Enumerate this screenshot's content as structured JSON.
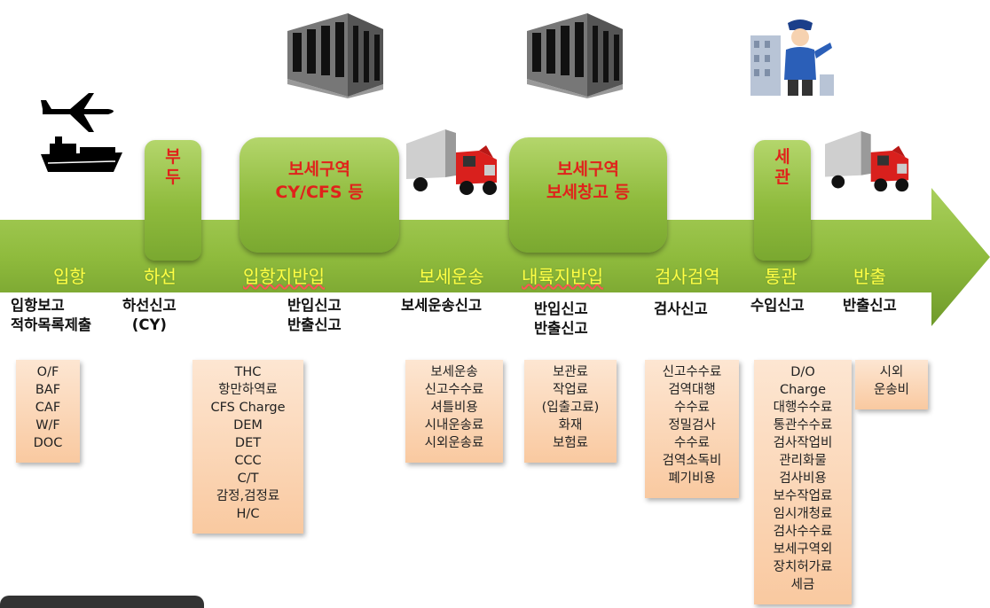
{
  "colors": {
    "arrow": "#8fbb3d",
    "box_text": "#e0221b",
    "stage_text": "#ffff44",
    "fee_bg": "#fbd5b3"
  },
  "boxes": {
    "budu": "부\n두",
    "bonded_area": "보세구역\nCY/CFS 등",
    "bonded_warehouse": "보세구역\n보세창고 등",
    "customs": "세\n관"
  },
  "stages": [
    "입항",
    "하선",
    "입항지반입",
    "보세운송",
    "내륙지반입",
    "검사검역",
    "통관",
    "반출"
  ],
  "declarations": [
    "입항보고\n적하목록제출",
    "하선신고\n(CY)",
    "반입신고\n반출신고",
    "보세운송신고",
    "반입신고\n반출신고",
    "검사신고",
    "수입신고",
    "반출신고"
  ],
  "fees": [
    [
      "O/F",
      "BAF",
      "CAF",
      "W/F",
      "DOC"
    ],
    [
      "THC",
      "항만하역료",
      "CFS Charge",
      "DEM",
      "DET",
      "CCC",
      "C/T",
      "감정,검정료",
      "H/C"
    ],
    [
      "보세운송",
      "신고수수료",
      "셔틀비용",
      "시내운송료",
      "시외운송료"
    ],
    [
      "보관료",
      "작업료",
      "(입출고료)",
      "화재",
      "보험료"
    ],
    [
      "신고수수료",
      "검역대행",
      "수수료",
      "정밀검사",
      "수수료",
      "검역소독비",
      "폐기비용"
    ],
    [
      "D/O",
      "Charge",
      "대행수수료",
      "통관수수료",
      "검사작업비",
      "관리화물",
      "검사비용",
      "보수작업료",
      "임시개청료",
      "검사수수료",
      "보세구역외",
      "장치허가료",
      "세금"
    ],
    [
      "시외",
      "운송비"
    ]
  ],
  "icons": [
    "airplane-icon",
    "ship-icon",
    "warehouse-icon",
    "truck-icon",
    "customs-officer-icon"
  ]
}
